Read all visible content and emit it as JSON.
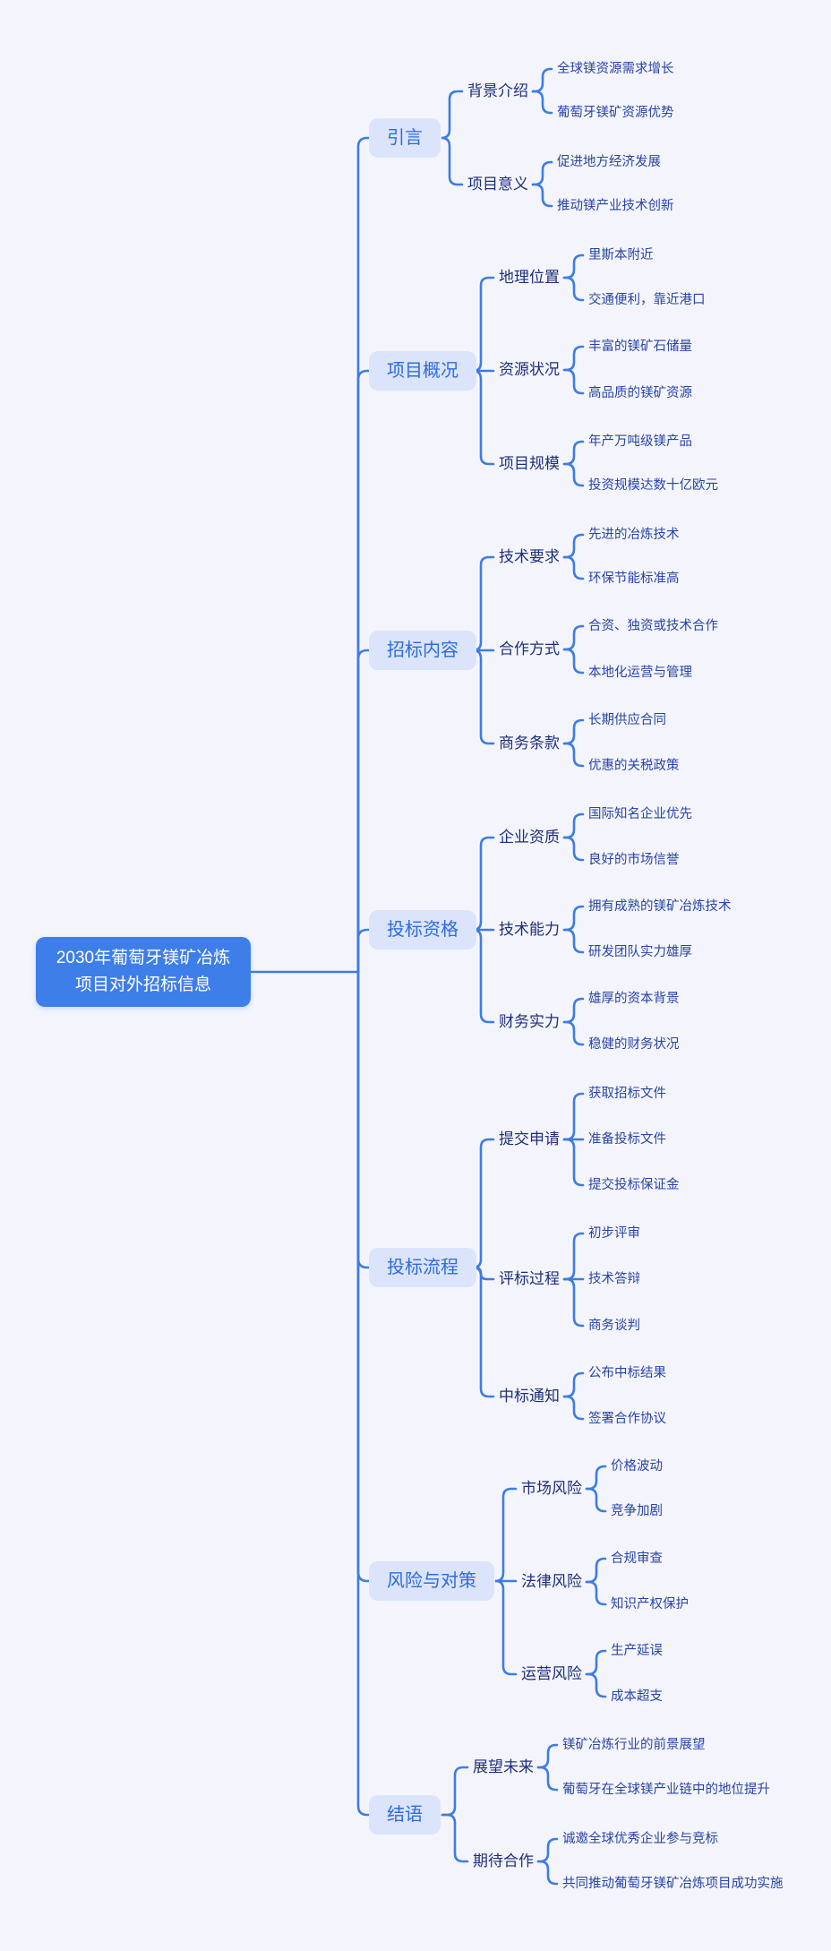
{
  "title": "2030年葡萄牙镁矿冶炼项目对外招标信息思维导图",
  "root": {
    "label": "2030年葡萄牙镁矿冶炼项目对外招标信息"
  },
  "branches": [
    {
      "label": "引言",
      "groups": [
        {
          "label": "背景介绍",
          "leaves": [
            "全球镁资源需求增长",
            "葡萄牙镁矿资源优势"
          ]
        },
        {
          "label": "项目意义",
          "leaves": [
            "促进地方经济发展",
            "推动镁产业技术创新"
          ]
        }
      ]
    },
    {
      "label": "项目概况",
      "groups": [
        {
          "label": "地理位置",
          "leaves": [
            "里斯本附近",
            "交通便利，靠近港口"
          ]
        },
        {
          "label": "资源状况",
          "leaves": [
            "丰富的镁矿石储量",
            "高品质的镁矿资源"
          ]
        },
        {
          "label": "项目规模",
          "leaves": [
            "年产万吨级镁产品",
            "投资规模达数十亿欧元"
          ]
        }
      ]
    },
    {
      "label": "招标内容",
      "groups": [
        {
          "label": "技术要求",
          "leaves": [
            "先进的冶炼技术",
            "环保节能标准高"
          ]
        },
        {
          "label": "合作方式",
          "leaves": [
            "合资、独资或技术合作",
            "本地化运营与管理"
          ]
        },
        {
          "label": "商务条款",
          "leaves": [
            "长期供应合同",
            "优惠的关税政策"
          ]
        }
      ]
    },
    {
      "label": "投标资格",
      "groups": [
        {
          "label": "企业资质",
          "leaves": [
            "国际知名企业优先",
            "良好的市场信誉"
          ]
        },
        {
          "label": "技术能力",
          "leaves": [
            "拥有成熟的镁矿冶炼技术",
            "研发团队实力雄厚"
          ]
        },
        {
          "label": "财务实力",
          "leaves": [
            "雄厚的资本背景",
            "稳健的财务状况"
          ]
        }
      ]
    },
    {
      "label": "投标流程",
      "groups": [
        {
          "label": "提交申请",
          "leaves": [
            "获取招标文件",
            "准备投标文件",
            "提交投标保证金"
          ]
        },
        {
          "label": "评标过程",
          "leaves": [
            "初步评审",
            "技术答辩",
            "商务谈判"
          ]
        },
        {
          "label": "中标通知",
          "leaves": [
            "公布中标结果",
            "签署合作协议"
          ]
        }
      ]
    },
    {
      "label": "风险与对策",
      "groups": [
        {
          "label": "市场风险",
          "leaves": [
            "价格波动",
            "竞争加剧"
          ]
        },
        {
          "label": "法律风险",
          "leaves": [
            "合规审查",
            "知识产权保护"
          ]
        },
        {
          "label": "运营风险",
          "leaves": [
            "生产延误",
            "成本超支"
          ]
        }
      ]
    },
    {
      "label": "结语",
      "groups": [
        {
          "label": "展望未来",
          "leaves": [
            "镁矿冶炼行业的前景展望",
            "葡萄牙在全球镁产业链中的地位提升"
          ]
        },
        {
          "label": "期待合作",
          "leaves": [
            "诚邀全球优秀企业参与竞标",
            "共同推动葡萄牙镁矿冶炼项目成功实施"
          ]
        }
      ]
    }
  ],
  "colors": {
    "background": "#f4f5fc",
    "line": "#3e7ce4",
    "root_fill": "#3e7ee9",
    "root_text": "#ffffff",
    "branch_fill": "#dbe4fa",
    "branch_text": "#2e6be0",
    "sub_text": "#1e2e7a",
    "leaf_text": "#2843a8"
  }
}
